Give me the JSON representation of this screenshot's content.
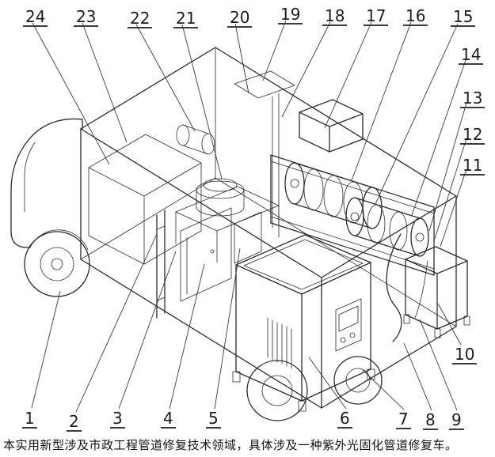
{
  "figure": {
    "caption": "本实用新型涉及市政工程管道修复技术领域，具体涉及一种紫外光固化管道修复车。"
  },
  "callouts": [
    {
      "label": "1"
    },
    {
      "label": "2"
    },
    {
      "label": "3"
    },
    {
      "label": "4"
    },
    {
      "label": "5"
    },
    {
      "label": "6"
    },
    {
      "label": "7"
    },
    {
      "label": "8"
    },
    {
      "label": "9"
    },
    {
      "label": "10"
    },
    {
      "label": "11"
    },
    {
      "label": "12"
    },
    {
      "label": "13"
    },
    {
      "label": "14"
    },
    {
      "label": "15"
    },
    {
      "label": "16"
    },
    {
      "label": "17"
    },
    {
      "label": "18"
    },
    {
      "label": "19"
    },
    {
      "label": "20"
    },
    {
      "label": "21"
    },
    {
      "label": "22"
    },
    {
      "label": "23"
    },
    {
      "label": "24"
    }
  ]
}
